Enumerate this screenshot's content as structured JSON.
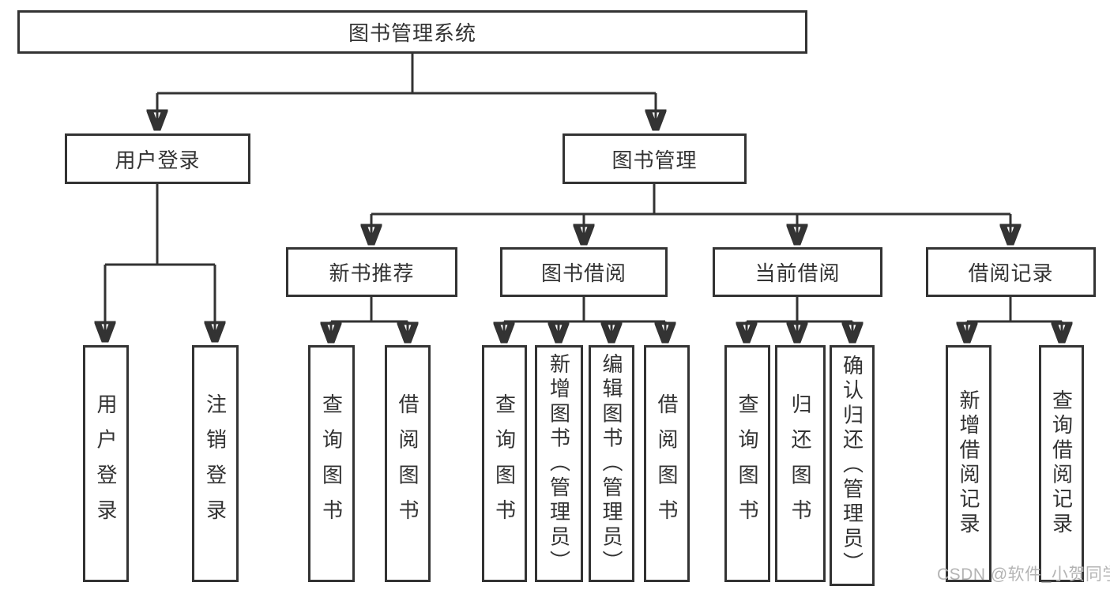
{
  "tree": {
    "root": "图书管理系统",
    "branches": [
      {
        "label": "用户登录",
        "children": [
          "用户登录",
          "注销登录"
        ]
      },
      {
        "label": "图书管理",
        "sections": [
          {
            "label": "新书推荐",
            "children": [
              "查询图书",
              "借阅图书"
            ]
          },
          {
            "label": "图书借阅",
            "children": [
              "查询图书",
              "新增图书（管理员）",
              "编辑图书（管理员）",
              "借阅图书"
            ]
          },
          {
            "label": "当前借阅",
            "children": [
              "查询图书",
              "归还图书",
              "确认归还（管理员）"
            ]
          },
          {
            "label": "借阅记录",
            "children": [
              "新增借阅记录",
              "查询借阅记录"
            ]
          }
        ]
      }
    ]
  },
  "watermark": "CSDN @软件_小贺同学",
  "colors": {
    "line": "#333333",
    "box_border": "#333333",
    "box_background": "#ffffff",
    "text": "#333333",
    "watermark_text": "#b4b4b4"
  }
}
